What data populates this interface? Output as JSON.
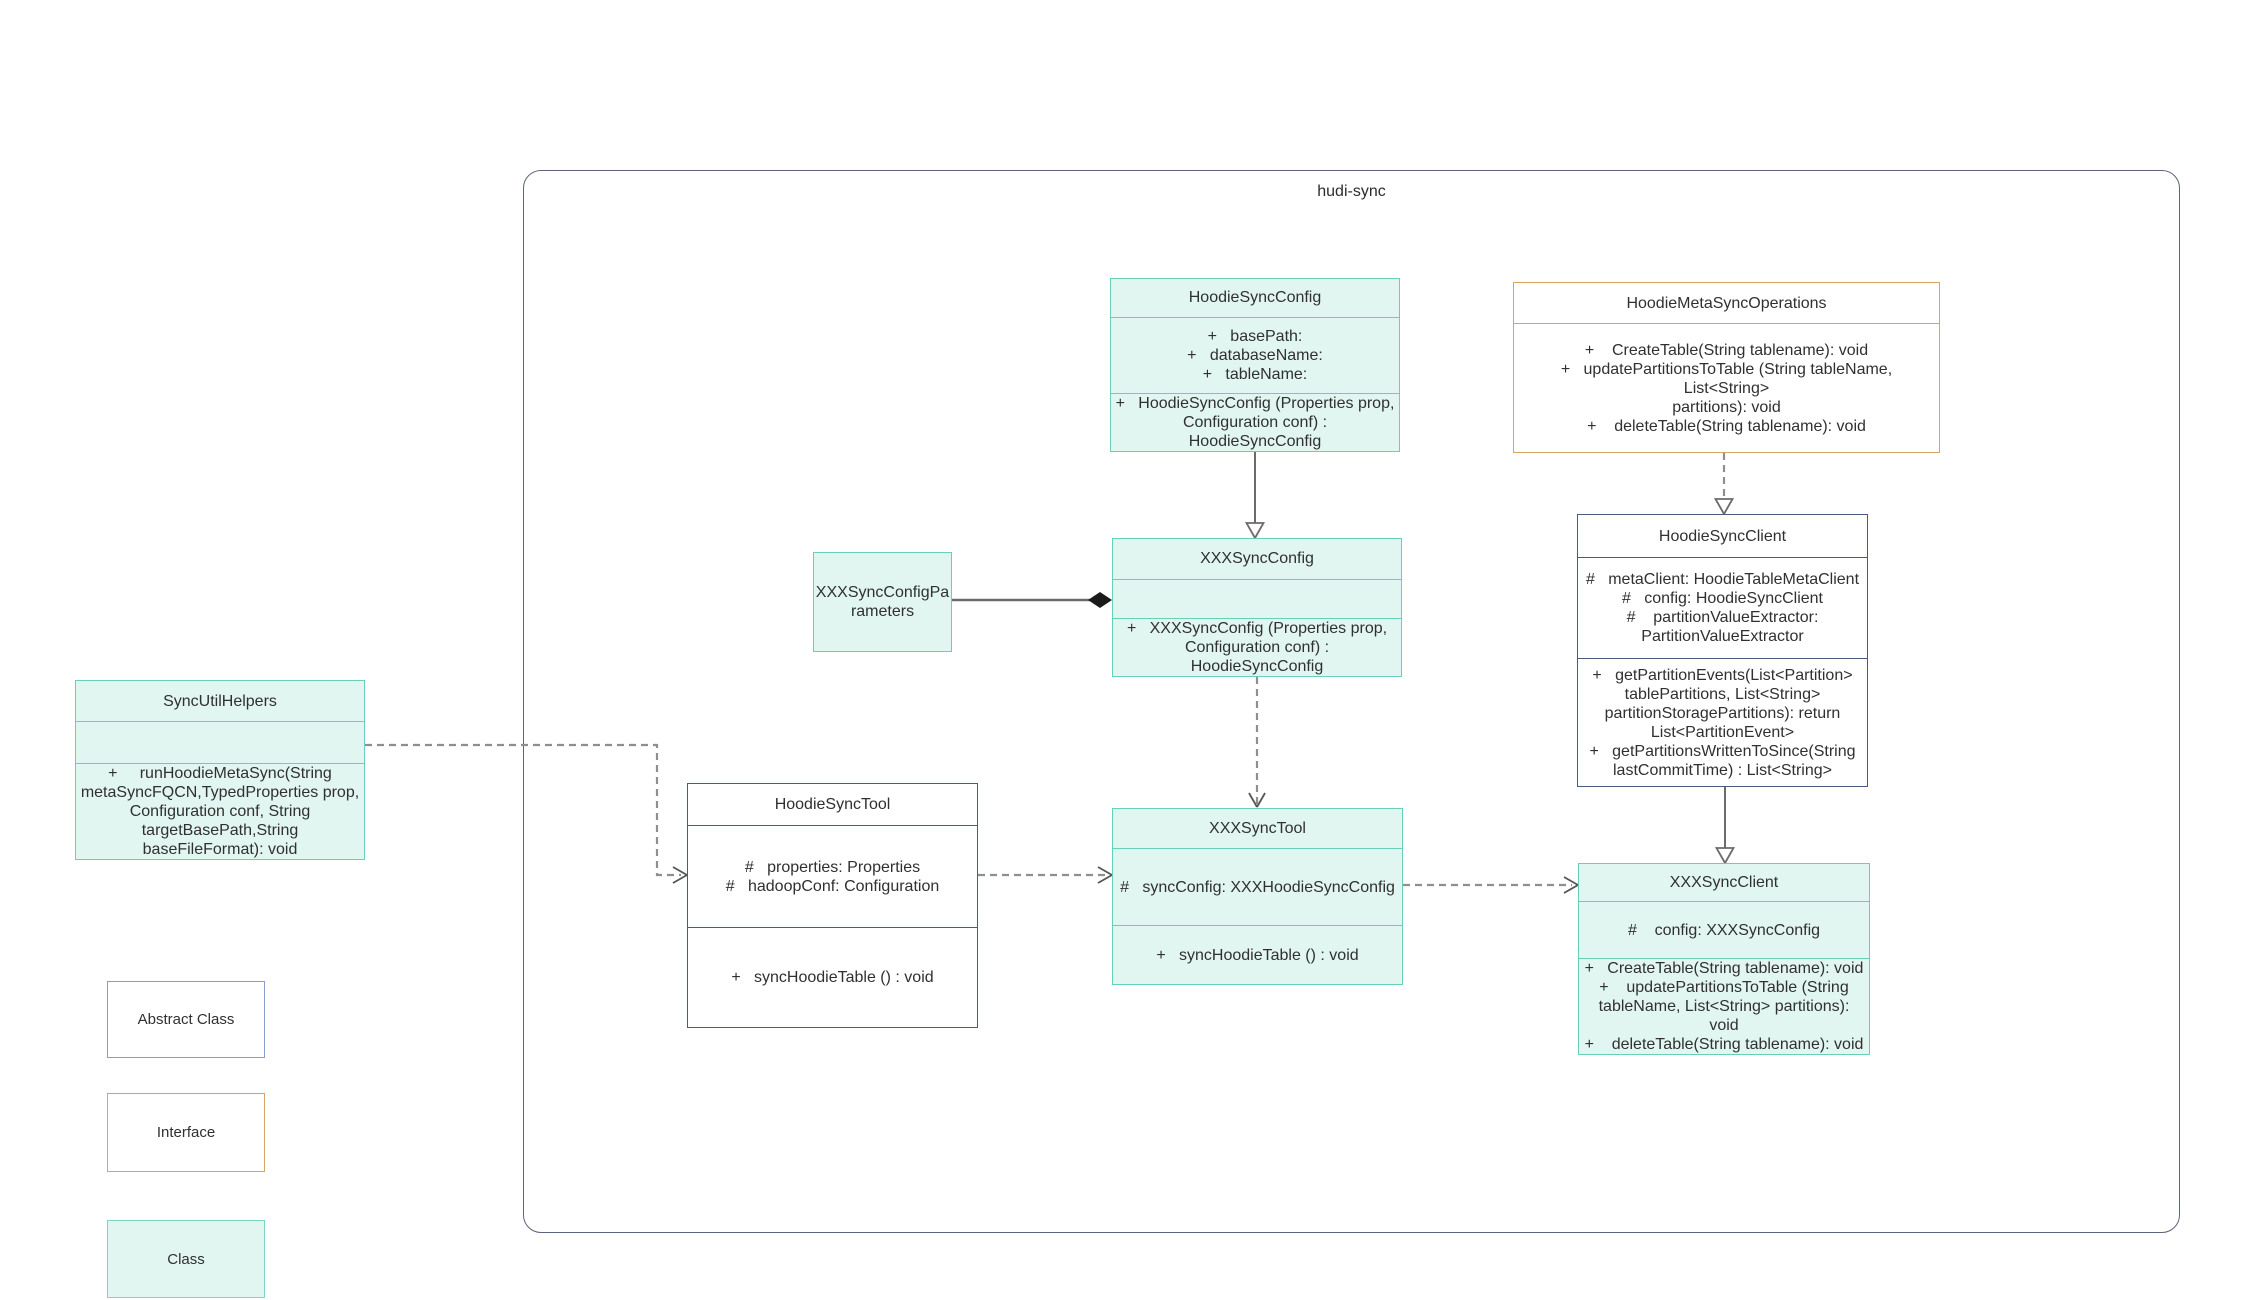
{
  "package": {
    "label": "hudi-sync"
  },
  "classes": {
    "hoodie_sync_config": {
      "name": "HoodieSyncConfig",
      "fields": [
        "+   basePath:",
        "+   databaseName:",
        "+   tableName:"
      ],
      "methods": [
        "+   HoodieSyncConfig (Properties prop,\nConfiguration conf) : HoodieSyncConfig"
      ]
    },
    "hoodie_meta_sync_operations": {
      "name": "HoodieMetaSyncOperations",
      "methods": [
        "+    CreateTable(String tablename): void",
        "+   updatePartitionsToTable (String tableName, List<String>\npartitions): void",
        "+    deleteTable(String tablename): void"
      ]
    },
    "hoodie_sync_client": {
      "name": "HoodieSyncClient",
      "fields": [
        "#   metaClient: HoodieTableMetaClient",
        "#   config: HoodieSyncClient",
        "#    partitionValueExtractor:\nPartitionValueExtractor"
      ],
      "methods": [
        "+   getPartitionEvents(List<Partition>\ntablePartitions, List<String>\npartitionStoragePartitions): return\nList<PartitionEvent>",
        "+   getPartitionsWrittenToSince(String\nlastCommitTime) : List<String>"
      ]
    },
    "xxx_sync_config": {
      "name": "XXXSyncConfig",
      "methods": [
        "+   XXXSyncConfig (Properties prop,\nConfiguration conf) : HoodieSyncConfig"
      ]
    },
    "xxx_sync_config_parameters": {
      "name": "XXXSyncConfigParameters"
    },
    "sync_util_helpers": {
      "name": "SyncUtilHelpers",
      "methods": [
        "+     runHoodieMetaSync(String\nmetaSyncFQCN,TypedProperties prop,\nConfiguration conf, String\ntargetBasePath,String baseFileFormat): void"
      ]
    },
    "hoodie_sync_tool": {
      "name": "HoodieSyncTool",
      "fields": [
        "#   properties: Properties",
        "#   hadoopConf: Configuration"
      ],
      "methods": [
        "+   syncHoodieTable () : void"
      ]
    },
    "xxx_sync_tool": {
      "name": "XXXSyncTool",
      "fields": [
        "#   syncConfig: XXXHoodieSyncConfig"
      ],
      "methods": [
        "+   syncHoodieTable () : void"
      ]
    },
    "xxx_sync_client": {
      "name": "XXXSyncClient",
      "fields": [
        "#    config: XXXSyncConfig"
      ],
      "methods": [
        "+   CreateTable(String tablename): void",
        "+    updatePartitionsToTable (String\ntableName, List<String> partitions): void",
        "+    deleteTable(String tablename): void"
      ]
    }
  },
  "legend": {
    "abstract_class": "Abstract Class",
    "interface": "Interface",
    "class": "Class"
  },
  "relationships": [
    {
      "from": "HoodieSyncConfig",
      "to": "XXXSyncConfig",
      "type": "generalization-solid-hollow-triangle"
    },
    {
      "from": "HoodieMetaSyncOperations",
      "to": "HoodieSyncClient",
      "type": "realization-dashed-hollow-triangle"
    },
    {
      "from": "XXXSyncConfigParameters",
      "to": "XXXSyncConfig",
      "type": "composition-filled-diamond"
    },
    {
      "from": "XXXSyncConfig",
      "to": "XXXSyncTool",
      "type": "dependency-dashed-open-arrow"
    },
    {
      "from": "HoodieSyncClient",
      "to": "XXXSyncClient",
      "type": "generalization-solid-hollow-triangle"
    },
    {
      "from": "SyncUtilHelpers",
      "to": "HoodieSyncTool",
      "type": "dependency-dashed-open-arrow"
    },
    {
      "from": "HoodieSyncTool",
      "to": "XXXSyncTool",
      "type": "dependency-dashed-open-arrow"
    },
    {
      "from": "XXXSyncTool",
      "to": "XXXSyncClient",
      "type": "dependency-dashed-open-arrow"
    }
  ],
  "colors": {
    "class_fill": "#e2f6f1",
    "class_border": "#68cfbb",
    "abstract_border": "#4d5a80",
    "interface_border": "#d8a561",
    "package_border": "#5b6478",
    "edge_solid": "#6b6b6b",
    "edge_dashed": "#8f8f8f"
  }
}
